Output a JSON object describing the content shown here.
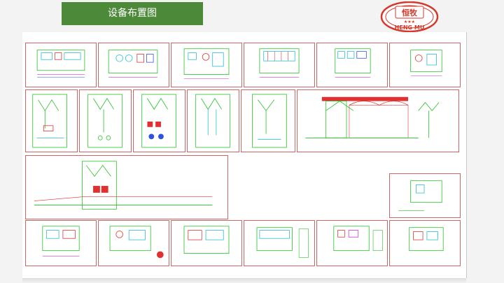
{
  "slide": {
    "title": "设备布置图"
  },
  "logo": {
    "brand_cn": "恒牧",
    "brand_en": "HENG MU",
    "stars": "★★★",
    "colors": {
      "ring": "#d33a2c",
      "text": "#d33a2c"
    }
  },
  "colors": {
    "title_bg": "#4c8a3a",
    "frame": "#cc6666",
    "cad_green": "#22c022",
    "cad_cyan": "#22bcd0",
    "cad_red": "#e03030",
    "cad_magenta": "#d030d0",
    "cad_blue": "#3050e0"
  },
  "drawings": {
    "row1": [
      "plan-1",
      "plan-2",
      "plan-3",
      "plan-4",
      "plan-5",
      "plan-6"
    ],
    "row2": [
      "elev-1",
      "elev-2",
      "elev-3",
      "elev-4",
      "elev-5",
      "section-wide"
    ],
    "row3": [
      "long-section",
      "small-plan"
    ],
    "row4": [
      "detail-1",
      "detail-2",
      "detail-3",
      "detail-4",
      "detail-5",
      "detail-6"
    ]
  }
}
